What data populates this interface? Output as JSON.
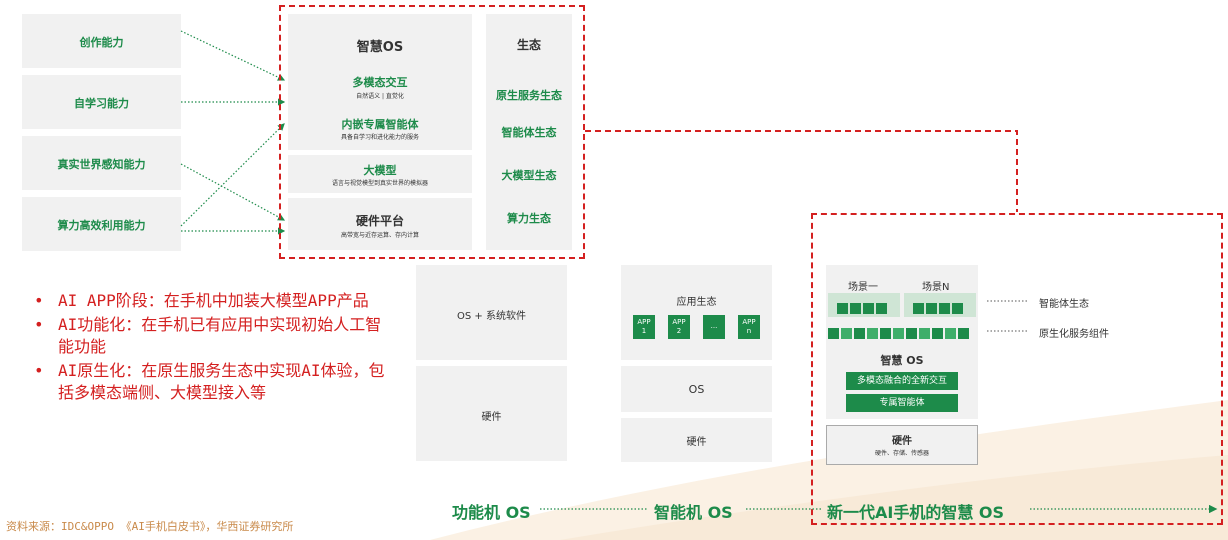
{
  "left_caps": [
    "创作能力",
    "自学习能力",
    "真实世界感知能力",
    "算力高效利用能力"
  ],
  "os_main": {
    "title": "智慧OS",
    "multimodal_title": "多模态交互",
    "multimodal_sub": "自然语义 | 直觉化",
    "embedded_title": "内嵌专属智能体",
    "embedded_sub": "具备自学习和进化能力的服务",
    "llm_title": "大模型",
    "llm_sub": "语言与视觉模型到真实世界的模拟器",
    "hw_title": "硬件平台",
    "hw_sub": "高带宽与近存运算、存内计算"
  },
  "eco": {
    "title": "生态",
    "items": [
      "原生服务生态",
      "智能体生态",
      "大模型生态",
      "算力生态"
    ]
  },
  "bullets": [
    "AI APP阶段：在手机中加装大模型APP产品",
    "AI功能化：在手机已有应用中实现初始人工智能功能",
    "AI原生化：在原生服务生态中实现AI体验，包括多模态端侧、大模型接入等"
  ],
  "feature_phone": {
    "os_label": "OS + 系统软件",
    "hw_label": "硬件"
  },
  "smart_phone": {
    "app_eco": "应用生态",
    "apps": [
      "APP\n1",
      "APP\n2",
      "...",
      "APP\nn"
    ],
    "os_label": "OS",
    "hw_label": "硬件"
  },
  "ai_phone": {
    "scene1": "场景一",
    "scenen": "场景N",
    "agent_eco": "智能体生态",
    "native_comp": "原生化服务组件",
    "os_title": "智慧 OS",
    "multimodal": "多模态融合的全新交互",
    "agent": "专属智能体",
    "hw_title": "硬件",
    "hw_sub": "硬件、存储、传感器"
  },
  "timeline": [
    "功能机 OS",
    "智能机 OS",
    "新一代AI手机的智慧 OS"
  ],
  "source": "资料来源：IDC&OPPO 《AI手机白皮书》，华西证券研究所",
  "colors": {
    "green": "#1d8b4a",
    "red": "#d42020",
    "gray": "#f1f1f1"
  }
}
